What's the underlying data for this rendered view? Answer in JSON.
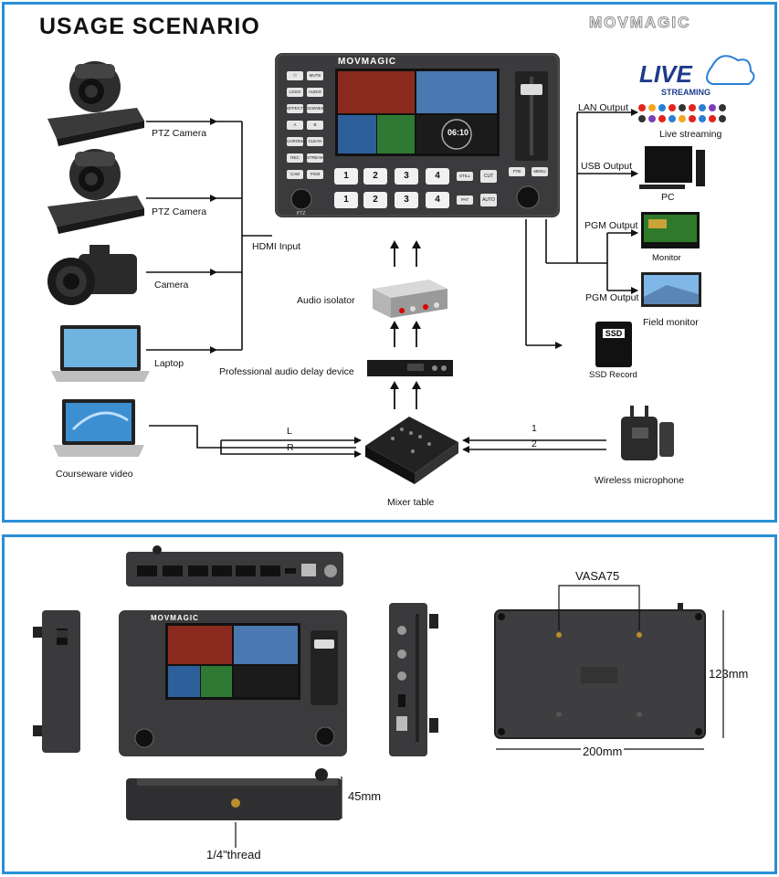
{
  "header": {
    "title": "USAGE SCENARIO",
    "brand": "MOVMAGIC"
  },
  "inputs": {
    "ptz1": "PTZ Camera",
    "ptz2": "PTZ Camera",
    "camera": "Camera",
    "laptop": "Laptop",
    "courseware": "Courseware video",
    "hdmi_input": "HDMI Input"
  },
  "audio": {
    "isolator": "Audio isolator",
    "delay": "Professional audio delay device",
    "mixer": "Mixer table",
    "left": "L",
    "right": "R",
    "ch1": "1",
    "ch2": "2",
    "mic": "Wireless microphone"
  },
  "outputs": {
    "lan": "LAN Output",
    "live": "Live streaming",
    "live_logo_top": "LIVE",
    "live_logo_bottom": "STREAMING",
    "usb": "USB Output",
    "pc": "PC",
    "pgm1": "PGM Output",
    "monitor": "Monitor",
    "pgm2": "PGM Output",
    "field": "Field monitor",
    "ssd_record": "SSD Record",
    "ssd_chip": "SSD"
  },
  "device": {
    "brand": "MOVMAGIC",
    "left_buttons": [
      "MUTE",
      "LOGO",
      "AUDIO",
      "EFFECT",
      "SCENES",
      "CHROMA",
      "CLEAN",
      "REC",
      "STREAM",
      "CAM",
      "PGM"
    ],
    "row1": [
      "1",
      "2",
      "3",
      "4",
      "STILL",
      "CUT"
    ],
    "row2": [
      "1",
      "2",
      "3",
      "4",
      "PAT",
      "AUTO"
    ],
    "right_buttons": [
      "FTB",
      "MENU"
    ],
    "knob_label": "PTZ",
    "screen_time": "06:10"
  },
  "dimensions": {
    "vesa": "VASA75",
    "height": "123mm",
    "width": "200mm",
    "depth": "45mm",
    "thread": "1/4\"thread"
  },
  "colors": {
    "frame": "#2a8fd6",
    "brand_red": "#e2231a",
    "device_body": "#3a3a3c"
  }
}
